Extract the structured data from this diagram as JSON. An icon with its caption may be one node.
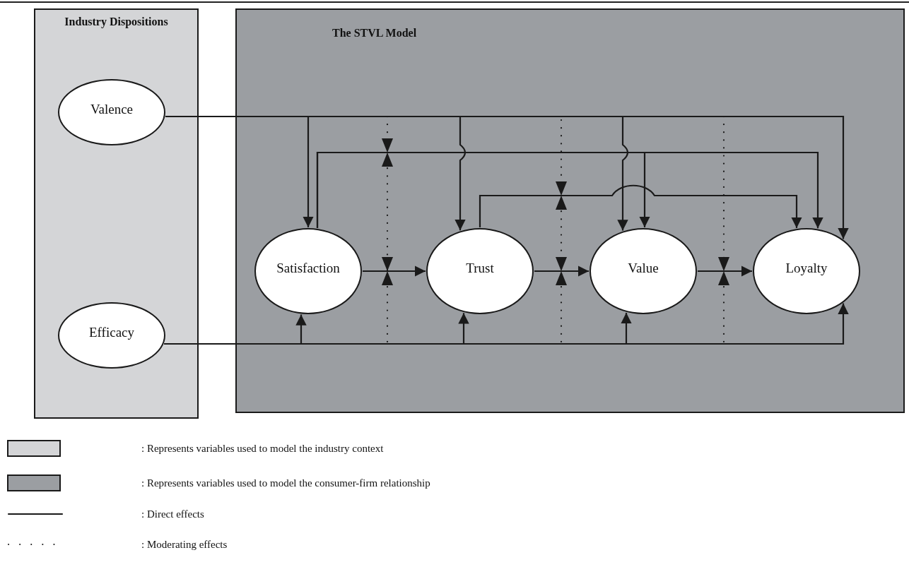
{
  "diagram": {
    "nodes": [
      {
        "text": [
          "Industry Dispositions"
        ]
      },
      {
        "text": [
          "Valence"
        ],
        "in": 0
      },
      {
        "text": [
          "Efficacy"
        ],
        "in": 0
      },
      {
        "text": [
          "The STVL Model"
        ]
      },
      {
        "text": [
          "Satisfaction"
        ],
        "in": 3
      },
      {
        "text": [
          "Trust"
        ],
        "in": 3
      },
      {
        "text": [
          "Value"
        ],
        "in": 3
      },
      {
        "text": [
          "Loyalty"
        ],
        "in": 3
      }
    ],
    "edges": [
      {
        "from": 4,
        "to": 5,
        "arrow": "to"
      },
      {
        "from": 5,
        "to": 6,
        "arrow": "to"
      },
      {
        "from": 6,
        "to": 7,
        "arrow": "to"
      },
      {
        "from": 1,
        "to": 4,
        "arrow": "to"
      },
      {
        "from": 1,
        "to": 5,
        "arrow": "to"
      },
      {
        "from": 1,
        "to": 6,
        "arrow": "to"
      },
      {
        "from": 1,
        "to": 7,
        "arrow": "to"
      },
      {
        "from": 2,
        "to": 4,
        "arrow": "to"
      },
      {
        "from": 2,
        "to": 5,
        "arrow": "to"
      },
      {
        "from": 2,
        "to": 6,
        "arrow": "to"
      },
      {
        "from": 2,
        "to": 7,
        "arrow": "to"
      },
      {
        "from": 4,
        "to": 6,
        "arrow": "to"
      },
      {
        "from": 4,
        "to": 7,
        "arrow": "to"
      },
      {
        "from": 5,
        "to": 7,
        "arrow": "to"
      }
    ],
    "legend": [
      {
        "text": ": Represents variables used to model the industry context",
        "color": "#d4d5d7"
      },
      {
        "text": ": Represents variables used to model the consumer-firm relationship",
        "color": "#9b9ea2"
      },
      {
        "text": ": Direct effects"
      },
      {
        "text": ": Moderating effects"
      }
    ]
  }
}
